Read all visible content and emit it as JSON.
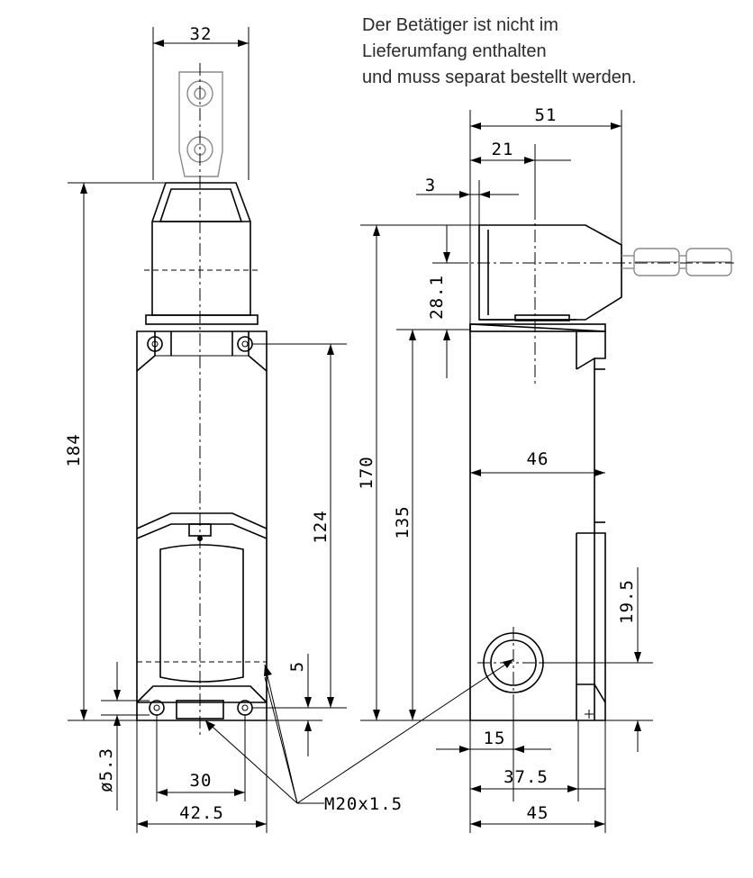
{
  "note": {
    "line1": "Der Betätiger ist nicht im",
    "line2": "Lieferumfang enthalten",
    "line3": "und muss separat bestellt werden."
  },
  "dimensions": {
    "front_actuator_width": "32",
    "front_total_height": "184",
    "front_housing_height": "124",
    "front_offset": "5",
    "front_hole_diameter": "ø5.3",
    "front_hole_spacing": "30",
    "front_width": "42.5",
    "thread_label": "M20x1.5",
    "side_overall_width": "51",
    "side_actuator_offset": "21",
    "side_offset_3": "3",
    "side_height_170": "170",
    "side_height_135": "135",
    "side_head_height": "28.1",
    "side_depth": "46",
    "side_entry_height": "19.5",
    "side_entry_offset": "15",
    "side_width_375": "37.5",
    "side_width": "45"
  }
}
